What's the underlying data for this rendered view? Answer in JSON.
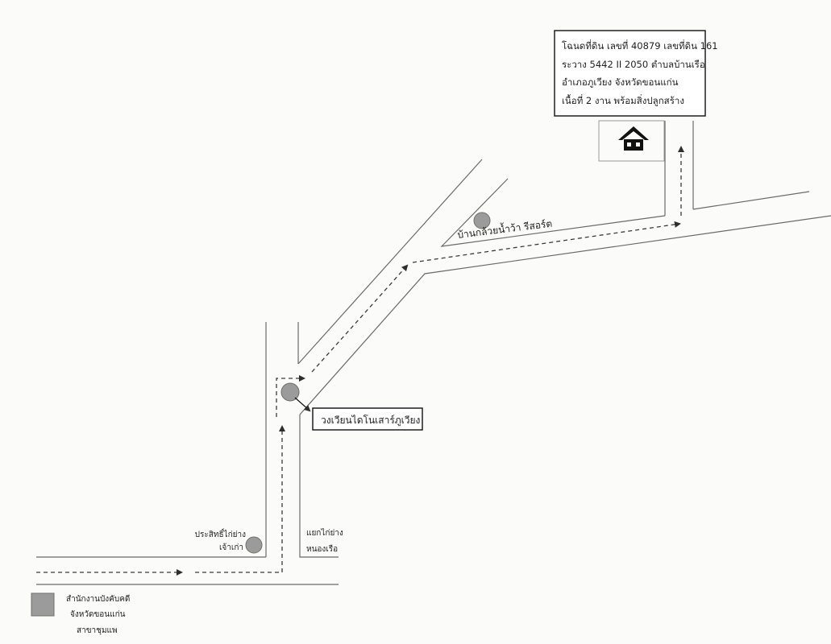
{
  "title_deed": {
    "lines": [
      "โฉนดที่ดิน เลขที่ 40879 เลขที่ดิน 161",
      "ระวาง 5442 II 2050 ตำบลบ้านเรือ",
      "อำเภอภูเวียง จังหวัดขอนแก่น",
      "เนื้อที่ 2 งาน พร้อมสิ่งปลูกสร้าง"
    ]
  },
  "landmarks": {
    "resort": "บ้านกล้วยน้ำว้า รีสอร์ต",
    "roundabout": "วงเวียนไดโนเสาร์ภูเวียง",
    "junction_left": [
      "ประสิทธิ์ไก่ย่าง",
      "เจ้าเก่า"
    ],
    "junction_right": [
      "แยกไก่ย่าง",
      "หนองเรือ"
    ]
  },
  "legend": {
    "lines": [
      "สำนักงานบังคับคดี",
      "จังหวัดขอนแก่น",
      "สาขาชุมแพ"
    ]
  },
  "icons": {
    "target": "house-icon",
    "landmark_marker": "circle-marker-icon",
    "legend_marker": "square-marker-icon"
  },
  "colors": {
    "marker_fill": "#9b9b9b",
    "road": "#6a6a6a",
    "route": "#3a3a3a"
  }
}
